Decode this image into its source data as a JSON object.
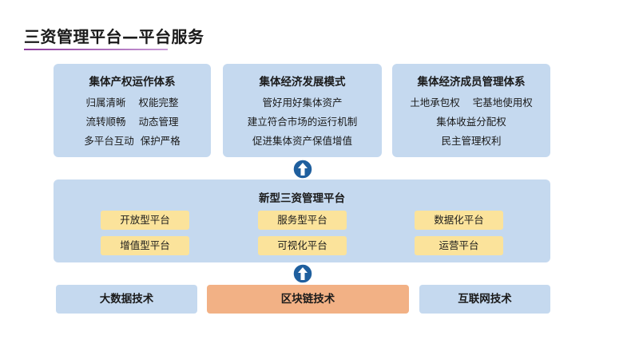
{
  "title": "三资管理平台—平台服务",
  "colors": {
    "panel": "#c5d9ef",
    "chip": "#fbe39b",
    "highlight": "#f2b185",
    "arrow": "#1f5f9e",
    "underline": "#8a3a9a"
  },
  "top_panels": [
    {
      "title": "集体产权运作体系",
      "lines": [
        "归属清晰    权能完整",
        "流转顺畅    动态管理",
        "多平台互动  保护严格"
      ]
    },
    {
      "title": "集体经济发展模式",
      "lines": [
        "管好用好集体资产",
        "建立符合市场的运行机制",
        "促进集体资产保值增值"
      ]
    },
    {
      "title": "集体经济成员管理体系",
      "lines": [
        "土地承包权    宅基地使用权",
        "集体收益分配权",
        "民主管理权利"
      ]
    }
  ],
  "platform": {
    "title": "新型三资管理平台",
    "items": [
      "开放型平台",
      "服务型平台",
      "数据化平台",
      "增值型平台",
      "可视化平台",
      "运营平台"
    ]
  },
  "tech": [
    "大数据技术",
    "区块链技术",
    "互联网技术"
  ],
  "icons": {
    "arrows": [
      "up-arrow-icon",
      "up-arrow-icon"
    ]
  }
}
